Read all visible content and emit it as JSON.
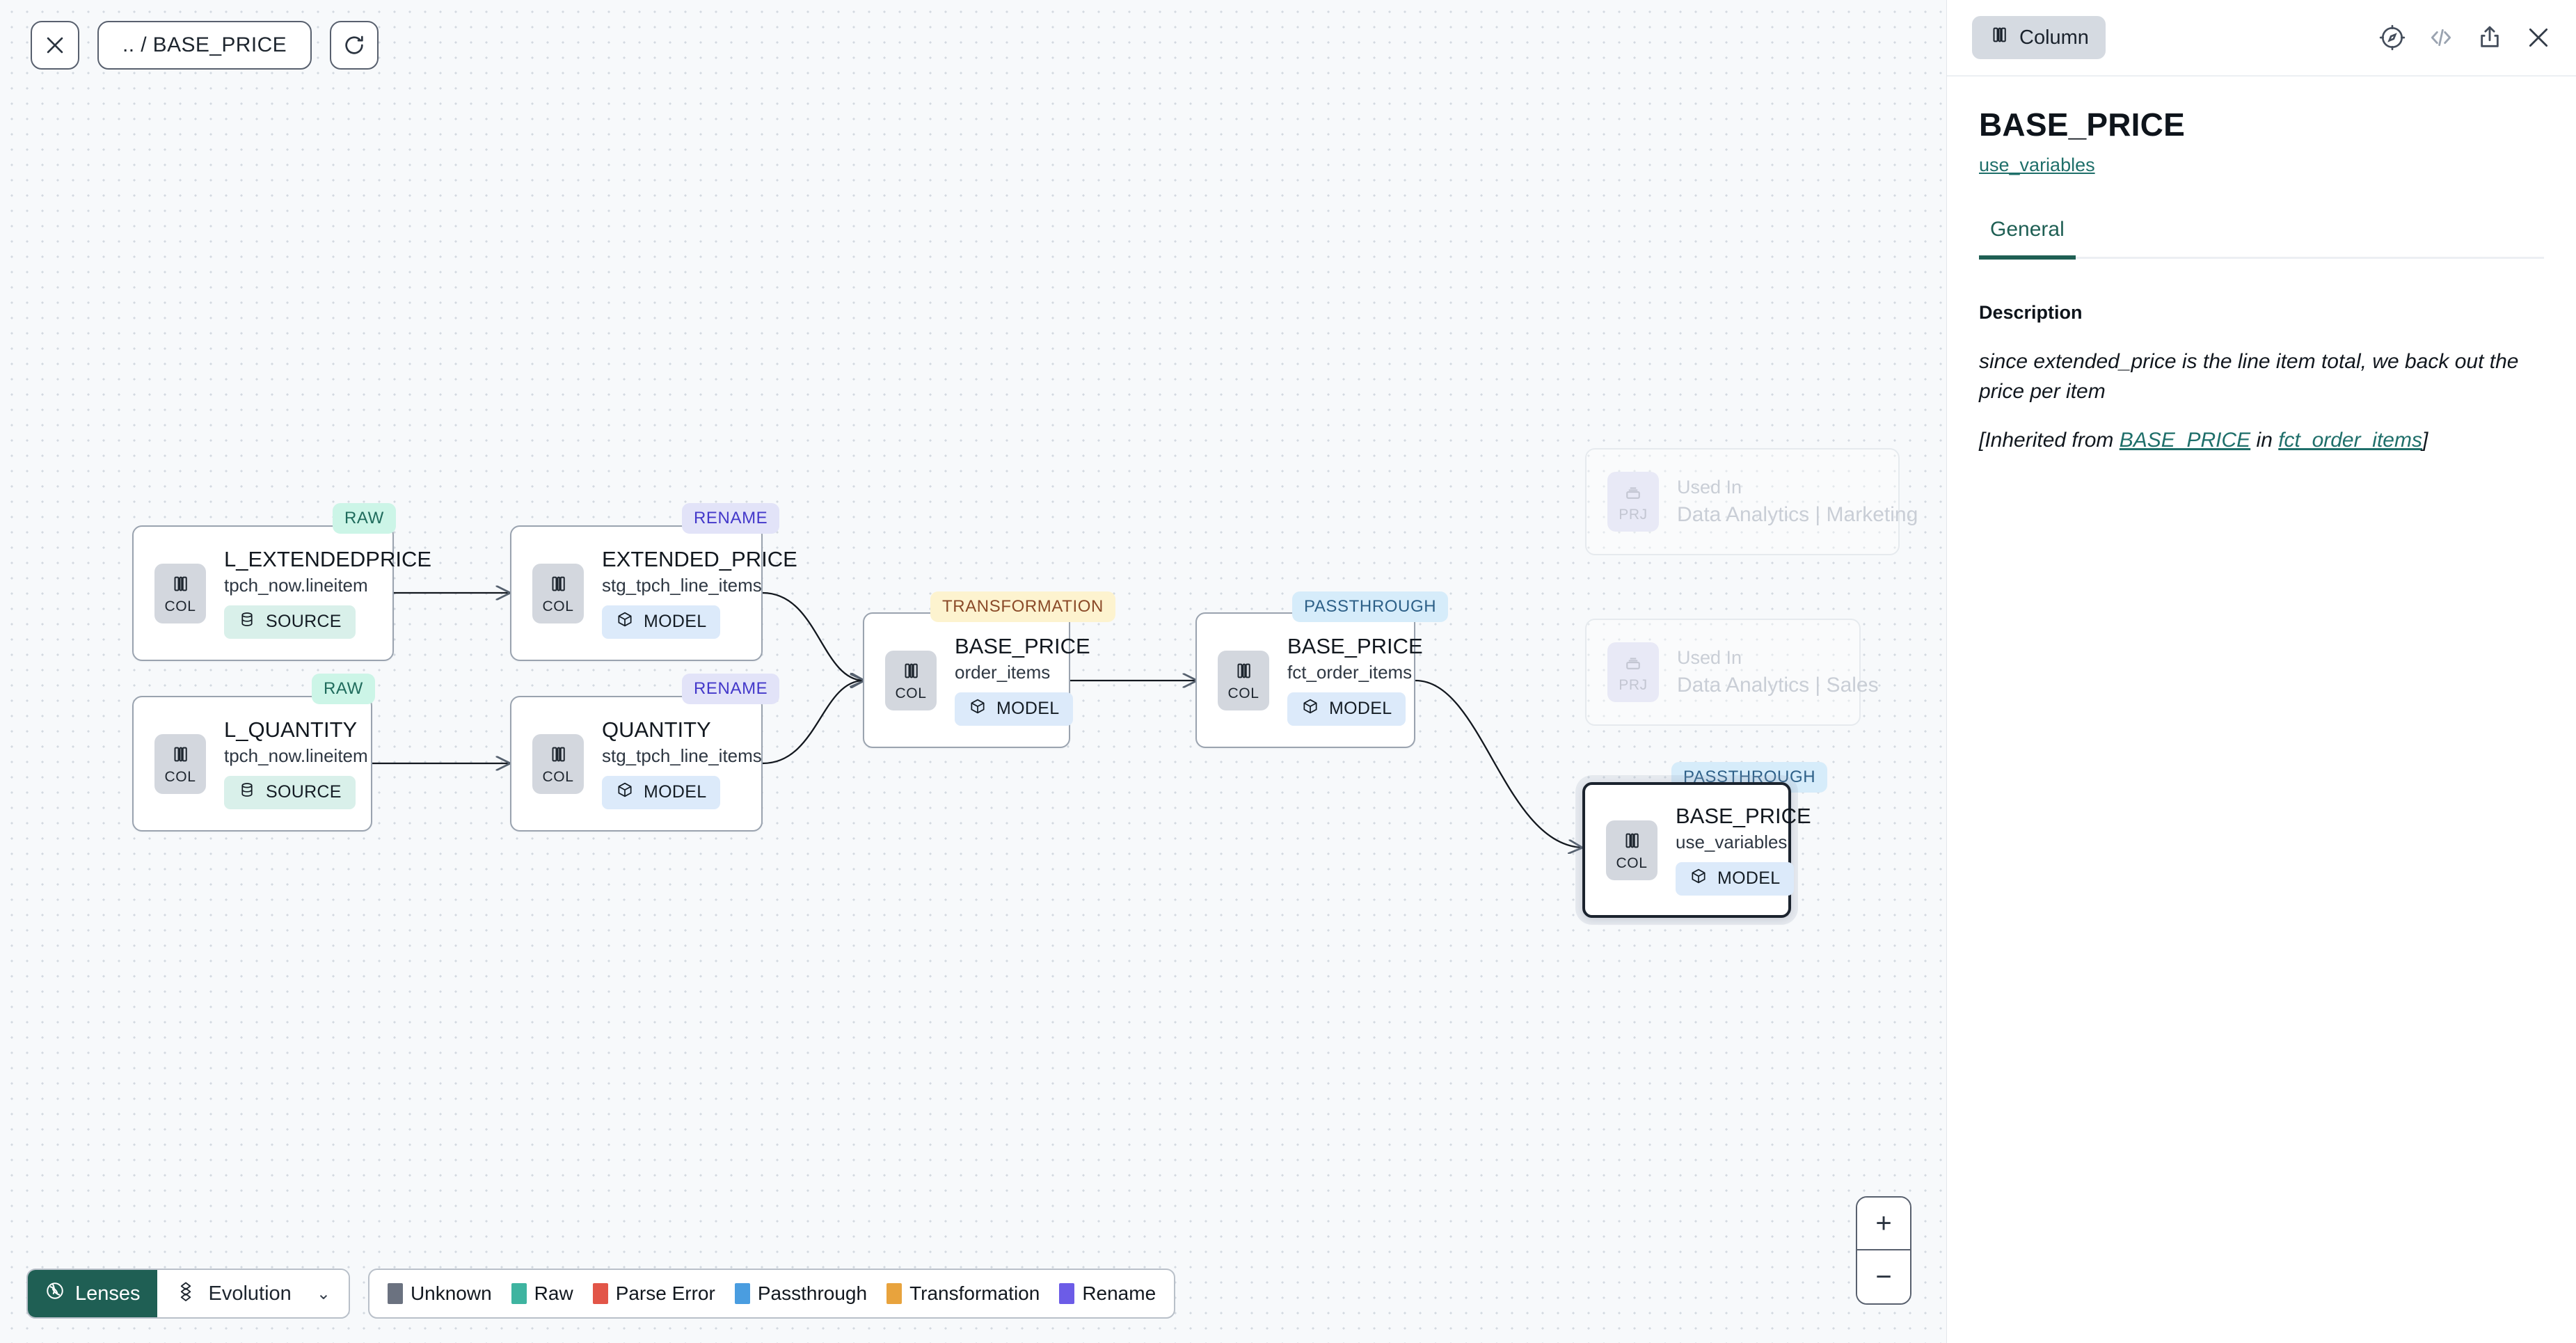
{
  "toolbar": {
    "close_label": "close-icon",
    "breadcrumb": ".. / BASE_PRICE",
    "refresh_label": "refresh-icon"
  },
  "canvas": {
    "nodes": [
      {
        "id": "l_extendedprice",
        "badge": "RAW",
        "badge_kind": "raw",
        "name": "L_EXTENDEDPRICE",
        "sub": "tpch_now.lineitem",
        "tag": "COL",
        "pill": "SOURCE",
        "pill_kind": "source",
        "selected": false
      },
      {
        "id": "l_quantity",
        "badge": "RAW",
        "badge_kind": "raw",
        "name": "L_QUANTITY",
        "sub": "tpch_now.lineitem",
        "tag": "COL",
        "pill": "SOURCE",
        "pill_kind": "source",
        "selected": false
      },
      {
        "id": "extended_price",
        "badge": "RENAME",
        "badge_kind": "rename",
        "name": "EXTENDED_PRICE",
        "sub": "stg_tpch_line_items",
        "tag": "COL",
        "pill": "MODEL",
        "pill_kind": "model",
        "selected": false
      },
      {
        "id": "quantity",
        "badge": "RENAME",
        "badge_kind": "rename",
        "name": "QUANTITY",
        "sub": "stg_tpch_line_items",
        "tag": "COL",
        "pill": "MODEL",
        "pill_kind": "model",
        "selected": false
      },
      {
        "id": "base_price_oi",
        "badge": "TRANSFORMATION",
        "badge_kind": "trans",
        "name": "BASE_PRICE",
        "sub": "order_items",
        "tag": "COL",
        "pill": "MODEL",
        "pill_kind": "model",
        "selected": false
      },
      {
        "id": "base_price_fct",
        "badge": "PASSTHROUGH",
        "badge_kind": "pass",
        "name": "BASE_PRICE",
        "sub": "fct_order_items",
        "tag": "COL",
        "pill": "MODEL",
        "pill_kind": "model",
        "selected": false
      },
      {
        "id": "base_price_uv",
        "badge": "PASSTHROUGH",
        "badge_kind": "pass",
        "name": "BASE_PRICE",
        "sub": "use_variables",
        "tag": "COL",
        "pill": "MODEL",
        "pill_kind": "model",
        "selected": true
      }
    ],
    "ghost_cards": [
      {
        "id": "used_marketing",
        "tag": "PRJ",
        "top": "Used In",
        "bottom": "Data Analytics | Marketing"
      },
      {
        "id": "used_sales",
        "tag": "PRJ",
        "top": "Used In",
        "bottom": "Data Analytics | Sales"
      }
    ],
    "zoom_in": "+",
    "zoom_out": "−"
  },
  "bottombar": {
    "lenses_label": "Lenses",
    "evolution_label": "Evolution",
    "evolution_chevron": "⌄",
    "legend": [
      {
        "label": "Unknown",
        "color": "#6b7280"
      },
      {
        "label": "Raw",
        "color": "#3eb4a0"
      },
      {
        "label": "Parse Error",
        "color": "#e25548"
      },
      {
        "label": "Passthrough",
        "color": "#4a9de0"
      },
      {
        "label": "Transformation",
        "color": "#e8a33d"
      },
      {
        "label": "Rename",
        "color": "#6c5ce7"
      }
    ]
  },
  "panel": {
    "chip_label": "Column",
    "icons": [
      "compass-icon",
      "code-icon",
      "share-icon",
      "close-icon"
    ],
    "title": "BASE_PRICE",
    "subtitle_link": "use_variables",
    "tabs": [
      {
        "label": "General",
        "active": true
      }
    ],
    "description_label": "Description",
    "description_text": "since extended_price is the line item total, we back out the price per item",
    "inherited_prefix": "[Inherited from ",
    "inherited_link_1": "BASE_PRICE",
    "inherited_middle": " in ",
    "inherited_link_2": "fct_order_items",
    "inherited_suffix": "]"
  },
  "colors": {
    "accent": "#1f5f54",
    "link": "#1f6f6a",
    "canvas_bg": "#f7f9fb"
  }
}
